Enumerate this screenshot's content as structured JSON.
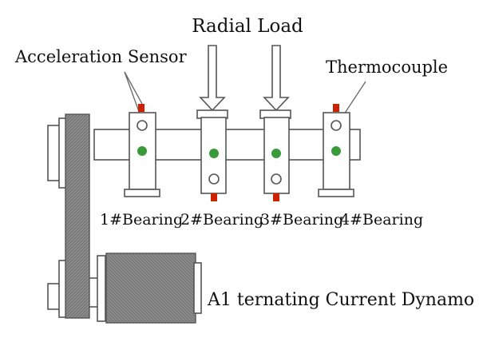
{
  "labels": {
    "radial_load": "Radial Load",
    "acceleration_sensor": "Acceleration Sensor",
    "thermocouple": "Thermocouple",
    "dynamo": "A1 ternating Current Dynamo"
  },
  "bearings": [
    {
      "label": "1#Bearing"
    },
    {
      "label": "2#Bearing"
    },
    {
      "label": "3#Bearing"
    },
    {
      "label": "4#Bearing"
    }
  ],
  "colors": {
    "sensor": "#cc2200",
    "bearing_center": "#3a9a3a",
    "belt": "#8c8c8c",
    "dynamo": "#8a8a8a",
    "outline": "#555555"
  }
}
